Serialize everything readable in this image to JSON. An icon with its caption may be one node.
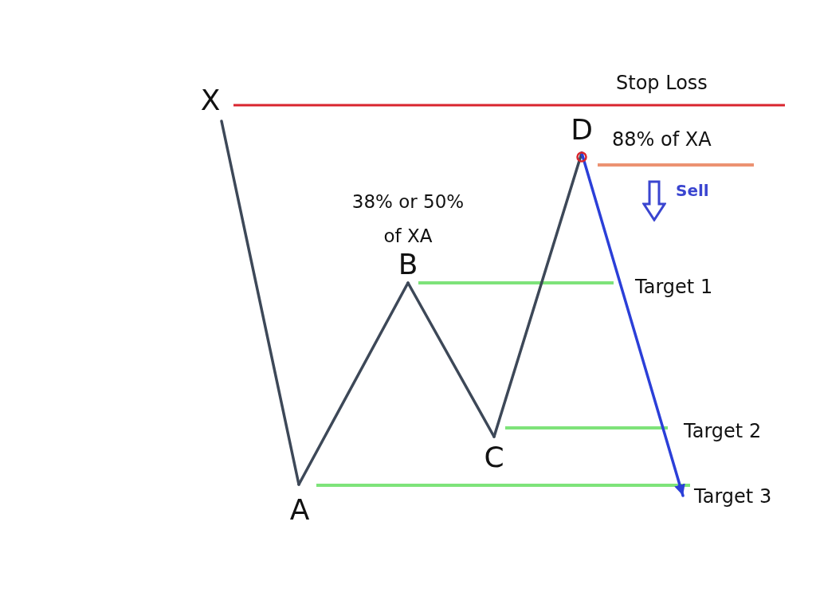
{
  "diagram": {
    "nodes": [
      {
        "text": [
          "X"
        ]
      },
      {
        "text": [
          "A"
        ]
      },
      {
        "text": [
          "B"
        ],
        "beside": [
          "38% or 50% of XA"
        ]
      },
      {
        "text": [
          "C"
        ]
      },
      {
        "text": [
          "D"
        ],
        "beside": [
          "88% of XA"
        ]
      },
      {
        "text": [
          "Target 3"
        ]
      }
    ],
    "edges": [
      {
        "from": 0,
        "to": 1,
        "arrow": "none"
      },
      {
        "from": 1,
        "to": 2,
        "arrow": "none"
      },
      {
        "from": 2,
        "to": 3,
        "arrow": "none"
      },
      {
        "from": 3,
        "to": 4,
        "arrow": "none"
      },
      {
        "from": 4,
        "to": 5,
        "arrow": "to",
        "color": "#2b3fd8"
      }
    ],
    "labels": [
      "Stop Loss",
      "Sell",
      "Target 1",
      "Target 2"
    ]
  }
}
